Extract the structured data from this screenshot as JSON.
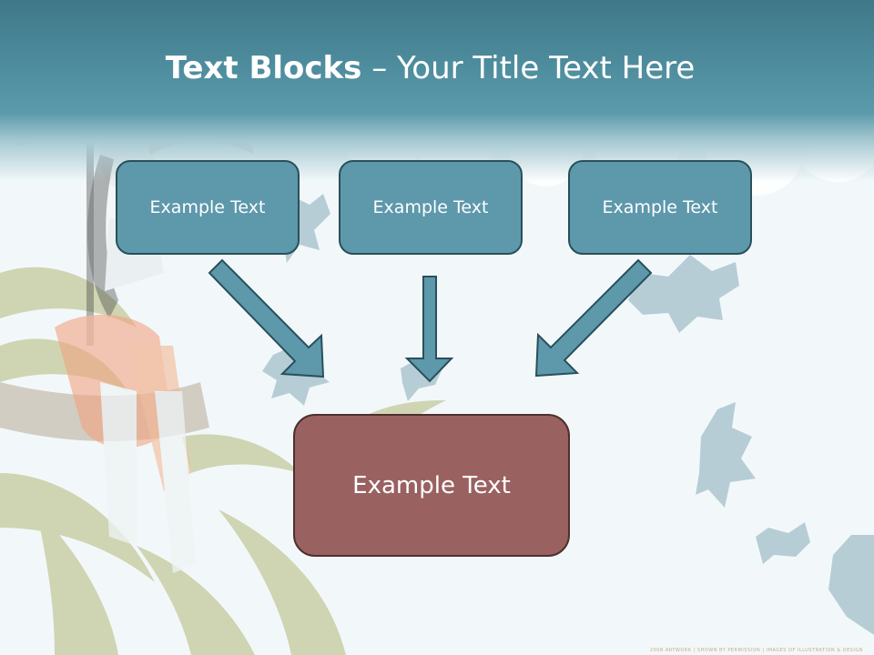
{
  "title": {
    "bold": "Text Blocks",
    "separator": " – ",
    "rest": "Your Title Text Here"
  },
  "top_boxes": [
    {
      "label": "Example Text"
    },
    {
      "label": "Example Text"
    },
    {
      "label": "Example Text"
    }
  ],
  "bottom_box": {
    "label": "Example Text"
  },
  "footer": "2008 ARTWORK | SHOWN BY PERMISSION | IMAGES OF ILLUSTRATION & DESIGN",
  "colors": {
    "header": "#4d8c9d",
    "top_box_fill": "#5e98ab",
    "top_box_border": "#28505c",
    "bottom_box_fill": "#9a6161",
    "bottom_box_border": "#4e2f2f",
    "arrow_fill": "#5e98ab",
    "arrow_stroke": "#28505c",
    "title_text": "#ffffff"
  },
  "icons": {
    "arrows": "down-pointing block arrows"
  }
}
